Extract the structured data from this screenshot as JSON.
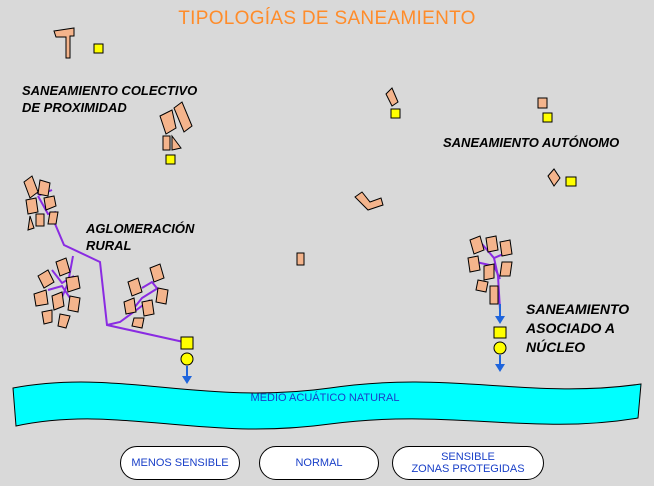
{
  "title": "TIPOLOGÍAS DE SANEAMIENTO",
  "labels": {
    "colectivo_line1": "SANEAMIENTO COLECTIVO",
    "colectivo_line2": "DE PROXIMIDAD",
    "autonomo": "SANEAMIENTO AUTÓNOMO",
    "aglomeracion_line1": "AGLOMERACIÓN",
    "aglomeracion_line2": "RURAL",
    "nucleo_line1": "SANEAMIENTO",
    "nucleo_line2": "ASOCIADO A",
    "nucleo_line3": "NÚCLEO"
  },
  "river": {
    "label": "MEDIO ACUÁTICO NATURAL"
  },
  "sensitivity": {
    "menos": "MENOS SENSIBLE",
    "normal": "NORMAL",
    "sensible_line1": "SENSIBLE",
    "sensible_line2": "ZONAS PROTEGIDAS"
  },
  "colors": {
    "background": "#d9d9d9",
    "title": "#ff8c2a",
    "building": "#f4b48c",
    "treatment_square": "#ffff00",
    "river": "#00ffff",
    "pipe": "#8a2be2",
    "arrow": "#1e64dc",
    "text_blue": "#1a40c8"
  }
}
